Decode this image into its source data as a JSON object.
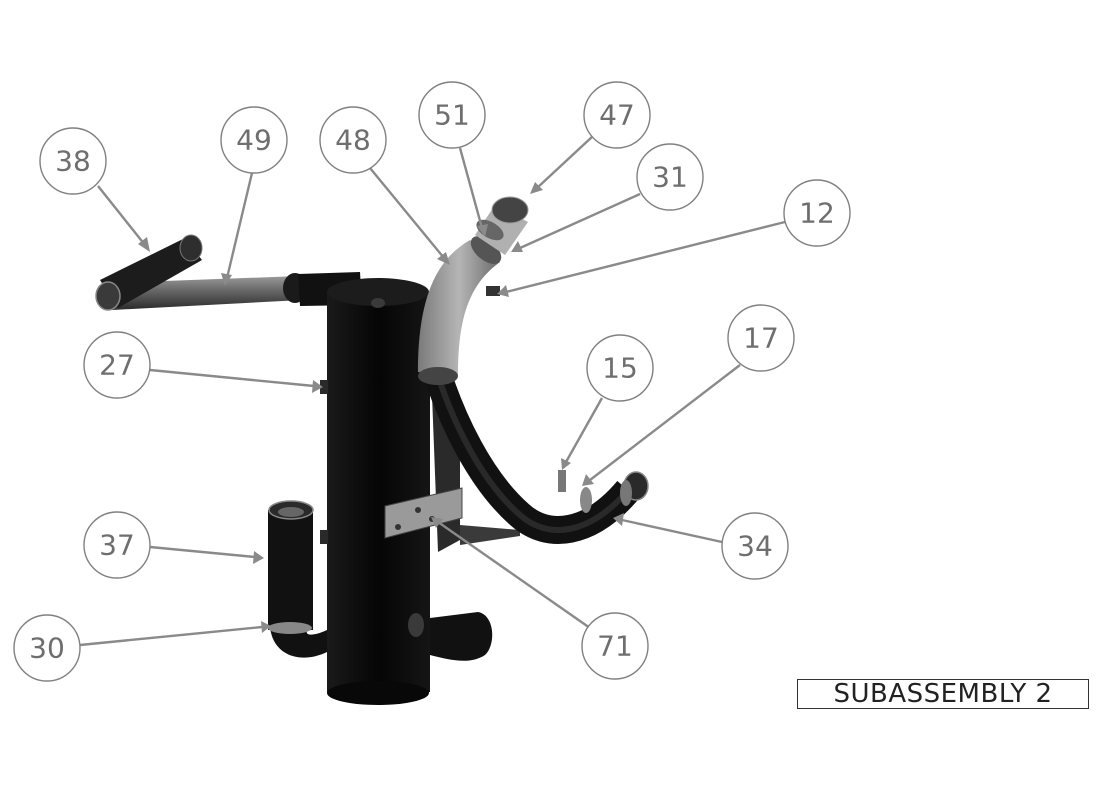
{
  "subassembly_label": "SUBASSEMBLY 2",
  "balloons": [
    {
      "id": "b38",
      "label": "38"
    },
    {
      "id": "b49",
      "label": "49"
    },
    {
      "id": "b48",
      "label": "48"
    },
    {
      "id": "b51",
      "label": "51"
    },
    {
      "id": "b47",
      "label": "47"
    },
    {
      "id": "b31",
      "label": "31"
    },
    {
      "id": "b12",
      "label": "12"
    },
    {
      "id": "b27",
      "label": "27"
    },
    {
      "id": "b15",
      "label": "15"
    },
    {
      "id": "b17",
      "label": "17"
    },
    {
      "id": "b34",
      "label": "34"
    },
    {
      "id": "b37",
      "label": "37"
    },
    {
      "id": "b30",
      "label": "30"
    },
    {
      "id": "b71",
      "label": "71"
    }
  ]
}
